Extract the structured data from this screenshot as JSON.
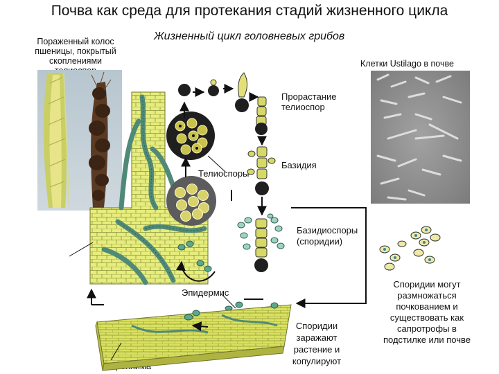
{
  "title": "Почва как среда для протекания стадий жизненного цикла",
  "subtitle": "Жизненный цикл головневых грибов",
  "labels": {
    "infected_ear": [
      "Пораженный колос",
      "пшеницы, покрытый",
      "скоплениями",
      "телиоспор"
    ],
    "soil_cells": "Клетки Ustilago в почве",
    "germination": [
      "Прорастание",
      "телиоспор"
    ],
    "teliospores": "Телиоспоры",
    "basidium": "Базидия",
    "basidiospores": [
      "Базидиоспоры",
      "(споридии)"
    ],
    "epidermis": "Эпидермис",
    "parenchyma": "Паренхима",
    "sporidia_infect": [
      "Споридии",
      "заражают",
      "растение и",
      "копулируют"
    ],
    "sporidia_reproduce": [
      "Споридии могут",
      "размножаться",
      "почкованием и",
      "существовать как",
      "сапротрофы в",
      "подстилке или почве"
    ]
  },
  "colors": {
    "tissue": "#e6ec7a",
    "hyphae": "#4f8a78",
    "spore_dark": "#2a2a2a",
    "spore_core": "#c9c24a",
    "sporidia": "#5aa88f",
    "micro_bg": "#8e8e8e",
    "arrow": "#111111"
  }
}
